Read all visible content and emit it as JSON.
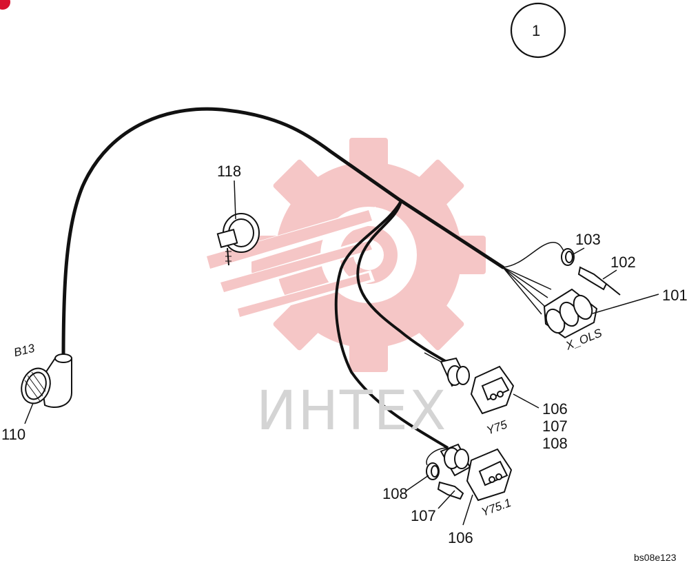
{
  "figure": {
    "sheet_number": "1",
    "drawing_code": "bs08e123",
    "watermark_text": "ИНТЕХ",
    "watermark_color": "#f4c4c4",
    "line_color": "#111111"
  },
  "callouts": {
    "c118": "118",
    "c103": "103",
    "c102": "102",
    "c101": "101",
    "c110": "110",
    "c106a": "106",
    "c107a": "107",
    "c108a": "108",
    "c108b": "108",
    "c107b": "107",
    "c106b": "106"
  },
  "connectors": {
    "b13": "B13",
    "x_ols": "X_OLS",
    "y75": "Y75",
    "y75_1": "Y75.1"
  },
  "icons": {
    "corner_mark": "red-dot-icon",
    "watermark_logo": "gear-logo-icon"
  }
}
